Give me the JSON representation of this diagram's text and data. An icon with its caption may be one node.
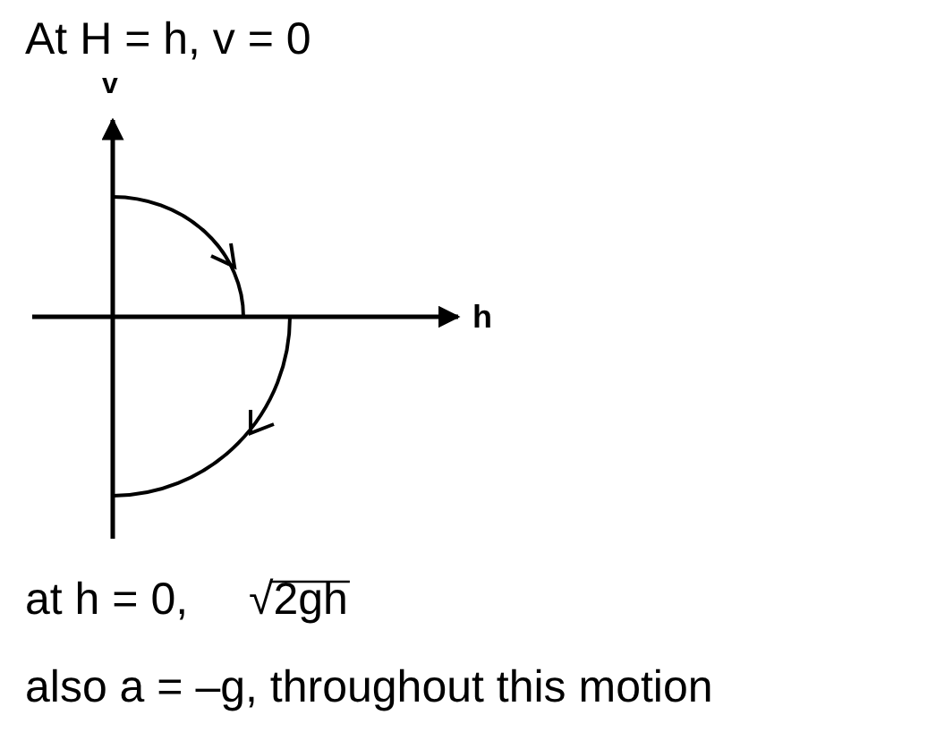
{
  "diagram": {
    "labels": [
      "At H = h, v = 0",
      "v",
      "h",
      "at h = 0,",
      "√2gh",
      "also a = –g, throughout this motion"
    ]
  }
}
